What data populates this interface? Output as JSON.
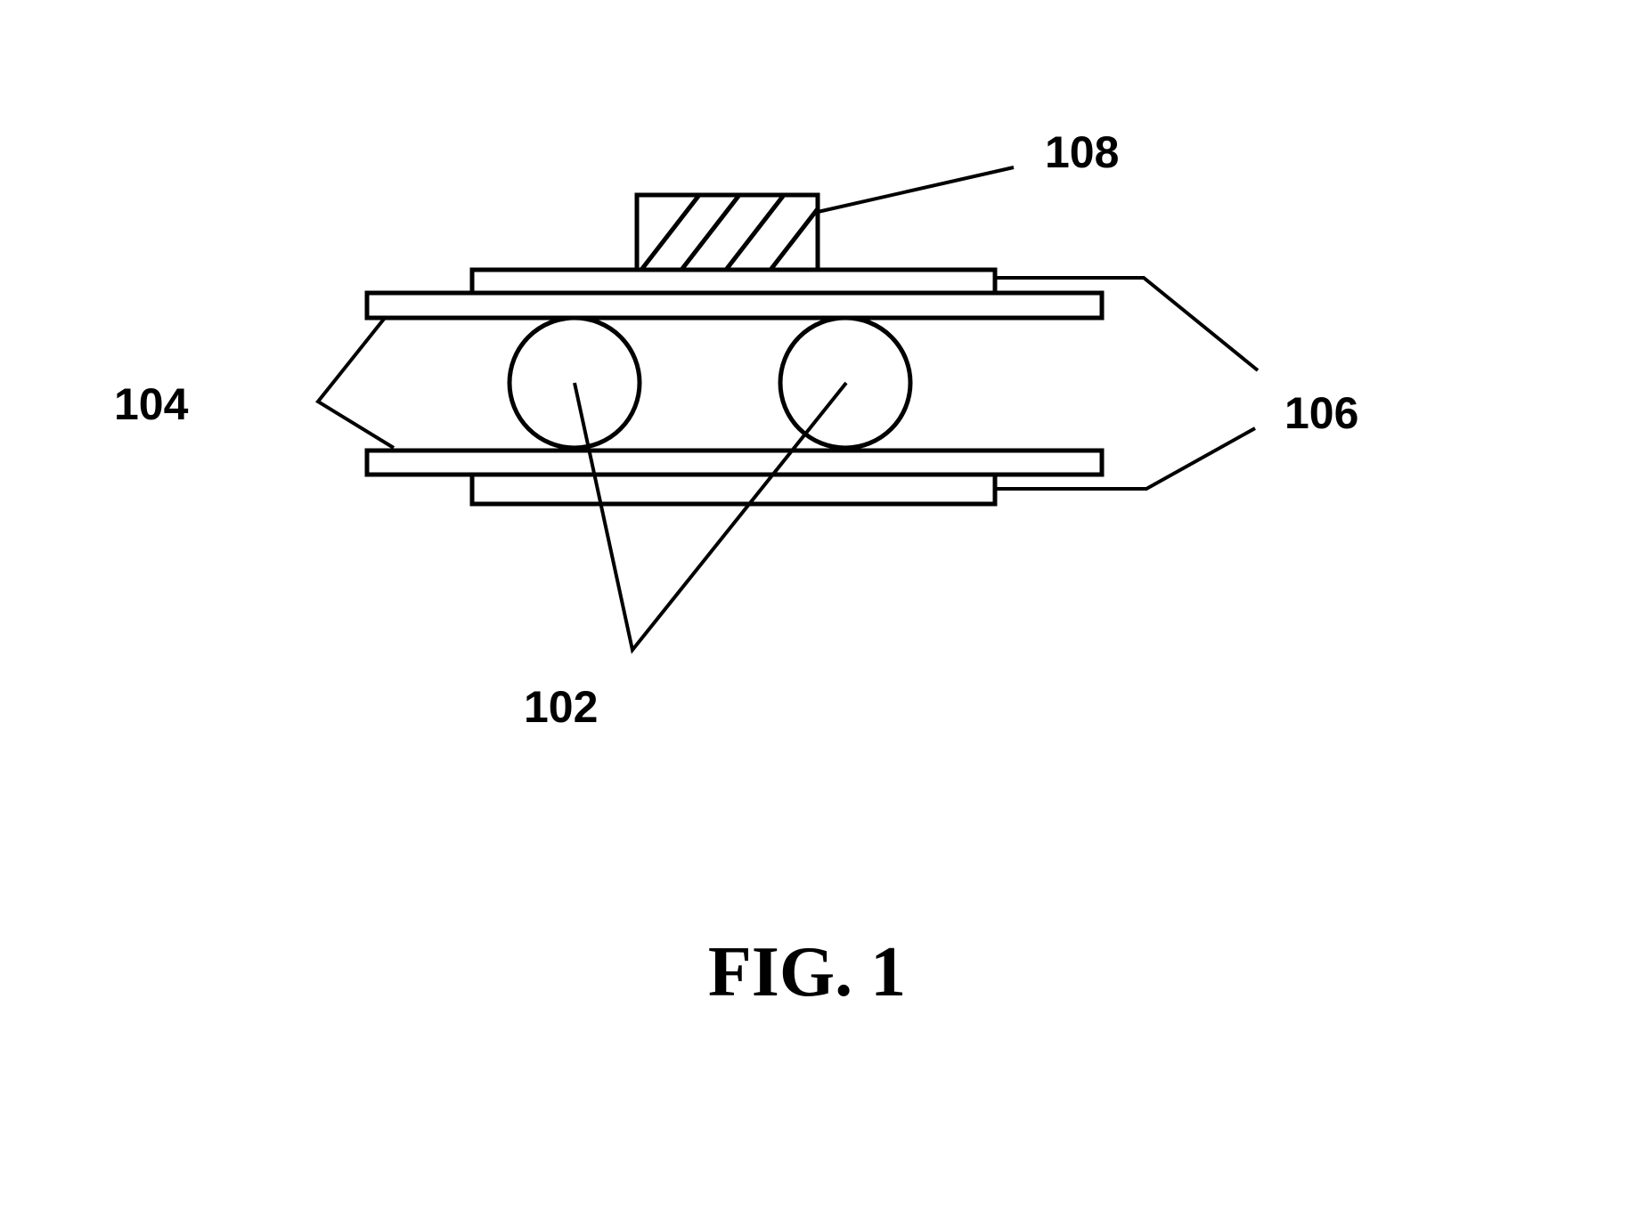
{
  "figure": {
    "caption": "FIG. 1",
    "labels": {
      "ref_102": "102",
      "ref_104": "104",
      "ref_106": "106",
      "ref_108": "108"
    }
  },
  "colors": {
    "ink": "#000000",
    "background": "#ffffff"
  }
}
